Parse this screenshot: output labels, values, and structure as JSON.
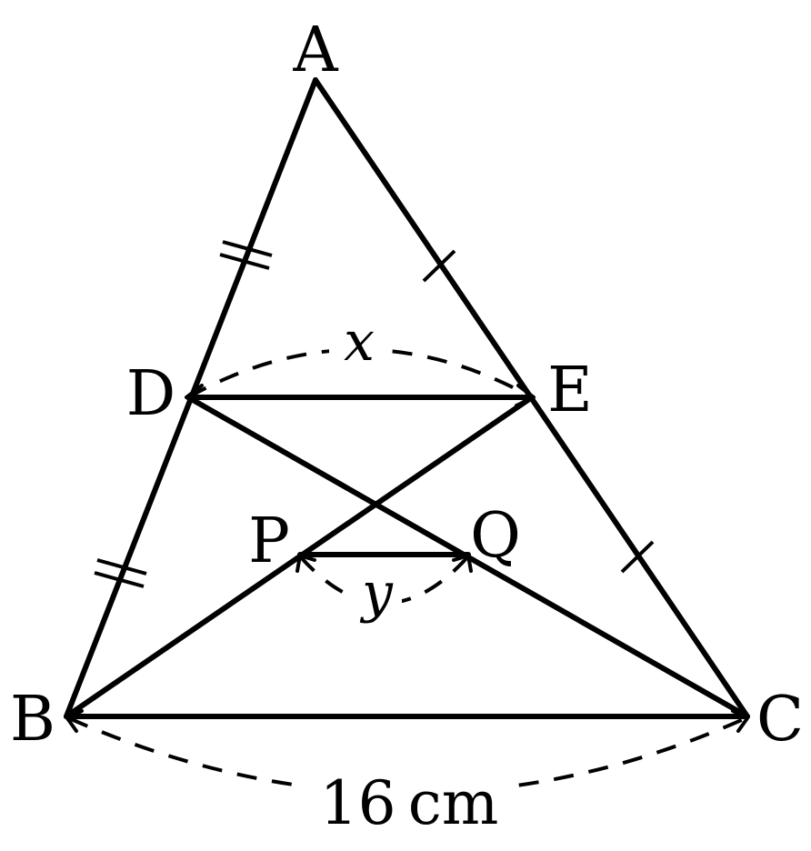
{
  "points": {
    "A": "A",
    "B": "B",
    "C": "C",
    "D": "D",
    "E": "E",
    "P": "P",
    "Q": "Q"
  },
  "measures": {
    "x": "x",
    "y": "y",
    "bc": "16 cm"
  },
  "colors": {
    "ink": "#000000",
    "background": "#ffffff"
  }
}
